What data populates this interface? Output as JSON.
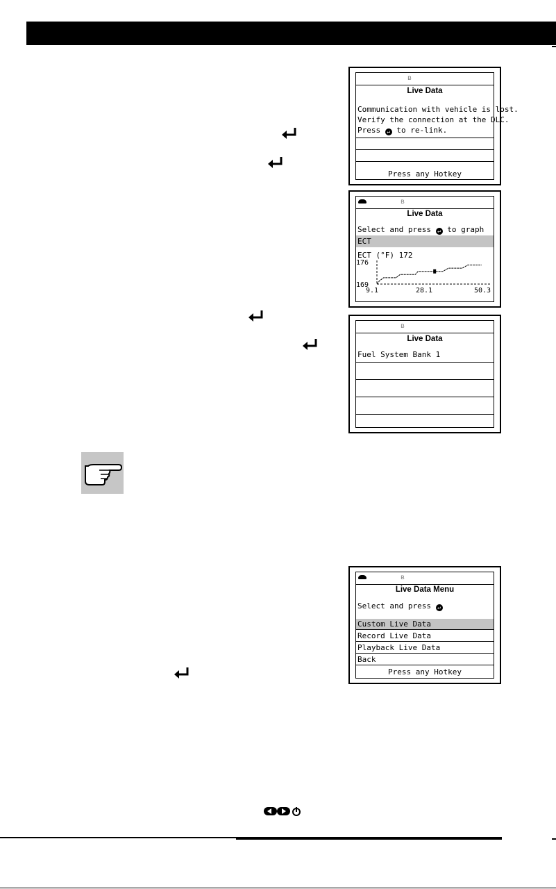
{
  "screen1": {
    "title": "Live Data",
    "message": "Communication with vehicle is lost.\nVerify the connection at the DLC.\nPress ",
    "message_end": " to re-link.",
    "footer": "Press any Hotkey"
  },
  "screen2": {
    "title": "Live Data",
    "prompt_start": "Select and press ",
    "prompt_end": " to graph",
    "selected": "ECT",
    "graph_label": "ECT (°F) 172",
    "chart_data": {
      "type": "line",
      "x_ticks": [
        "9.1",
        "28.1",
        "50.3"
      ],
      "y_ticks": [
        "176",
        "169"
      ],
      "ylim": [
        169,
        176
      ],
      "xlim": [
        9.1,
        50.3
      ],
      "x": [
        9.1,
        10,
        11.5,
        16,
        17.5,
        23,
        24,
        30,
        33,
        35,
        40,
        42,
        47
      ],
      "values": [
        169,
        170,
        171,
        171,
        172,
        172,
        173,
        173,
        173,
        174,
        174,
        175,
        175
      ]
    }
  },
  "screen3": {
    "title": "Live Data",
    "item": "Fuel System Bank 1"
  },
  "screen4": {
    "title": "Live Data Menu",
    "prompt": "Select and press ",
    "items": [
      "Custom Live Data",
      "Record Live Data",
      "Playback Live Data",
      "Back"
    ],
    "footer": "Press any Hotkey"
  },
  "icons": {
    "enter_glyph": "↵",
    "bluetooth": "ʙ"
  }
}
